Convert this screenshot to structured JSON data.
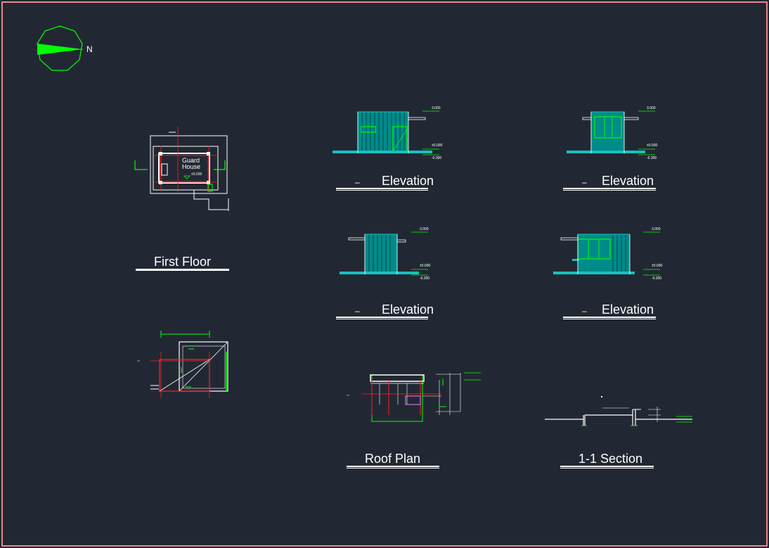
{
  "north_label": "N",
  "labels": {
    "first_floor": "First Floor",
    "elevation_1": "Elevation",
    "elevation_2": "Elevation",
    "elevation_3": "Elevation",
    "elevation_4": "Elevation",
    "roof_plan": "Roof Plan",
    "section": "1-1 Section",
    "dash": "–"
  },
  "plan_text": {
    "guard": "Guard",
    "house": "House",
    "level": "±0.000"
  },
  "levels": {
    "top": "3.000",
    "zero": "±0.000",
    "ground": "-0.300"
  },
  "colors": {
    "background": "#222833",
    "frame": "#e88888",
    "compass": "#00ff00",
    "wall": "#ffffff",
    "axis": "#ff2020",
    "elevation_fill": "#008b8b",
    "elevation_line": "#18c0c0",
    "window": "#00ff00",
    "roof_accent": "#d070e0"
  }
}
